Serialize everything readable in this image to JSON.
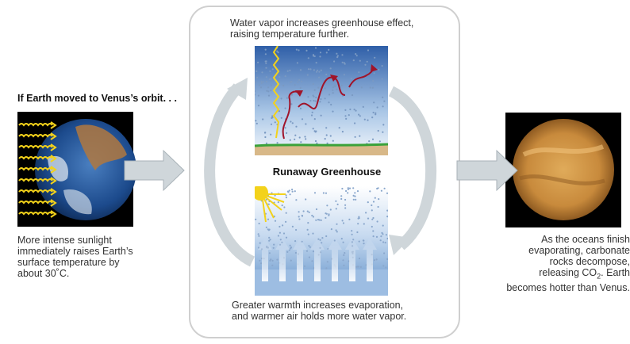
{
  "left": {
    "title": "If Earth moved to Venus’s orbit. . .",
    "caption": [
      "More intense sunlight",
      "immediately raises Earth’s",
      "surface temperature by",
      "about 30˚C."
    ]
  },
  "center": {
    "label": "Runaway Greenhouse",
    "top_caption": [
      "Water vapor increases greenhouse effect,",
      "raising temperature further."
    ],
    "bottom_caption": [
      "Greater warmth increases evaporation,",
      "and warmer air holds more water vapor."
    ]
  },
  "right": {
    "caption_lines": [
      "As the oceans finish",
      "evaporating, carbonate",
      "rocks decompose,"
    ],
    "co2_prefix": "releasing CO",
    "co2_sub": "2",
    "co2_suffix": ". Earth",
    "caption_last": "becomes hotter than Venus."
  },
  "colors": {
    "sunlight": "#f3d21b",
    "ir_arrow": "#a0142a",
    "flow_arrow": "#cfd6da",
    "earth_ocean": "#1c4a8c",
    "venus": "#c88a3c"
  }
}
